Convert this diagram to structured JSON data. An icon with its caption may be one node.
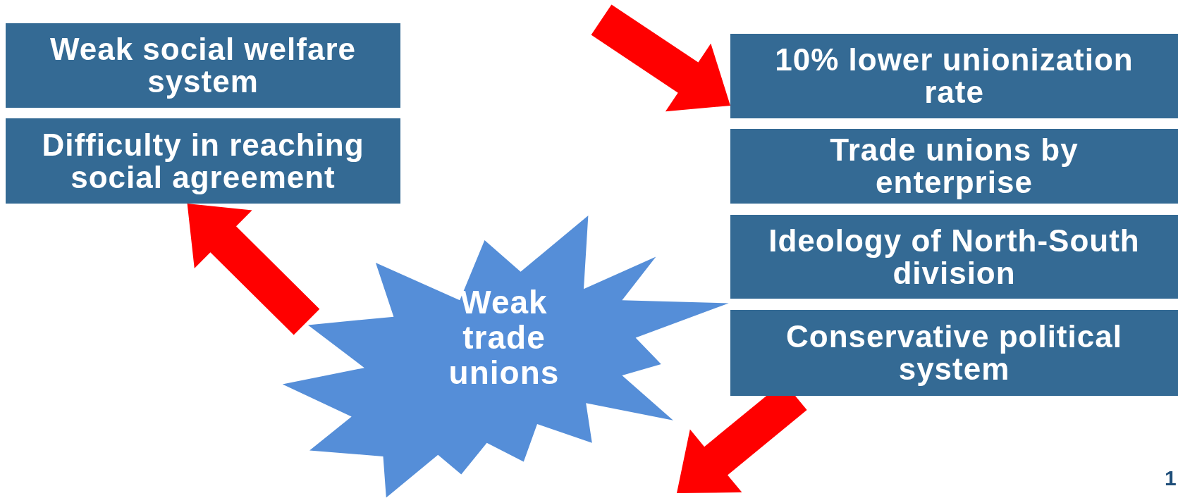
{
  "diagram": {
    "nodes": [
      {
        "text": [
          "Weak social welfare system"
        ]
      },
      {
        "text": [
          "Difficulty in reaching social agreement"
        ]
      },
      {
        "text": [
          "10% lower unionization rate"
        ]
      },
      {
        "text": [
          "Trade unions by enterprise"
        ]
      },
      {
        "text": [
          "Ideology of North-South division"
        ]
      },
      {
        "text": [
          "Conservative political system"
        ]
      },
      {
        "text": [
          "Weak trade unions"
        ]
      }
    ],
    "edges": [
      {
        "from": null,
        "to": 2,
        "arrow": "to"
      },
      {
        "from": 6,
        "to": 1,
        "arrow": "to"
      },
      {
        "from": 5,
        "to": null,
        "arrow": "to"
      }
    ],
    "labels": [
      "1"
    ]
  }
}
